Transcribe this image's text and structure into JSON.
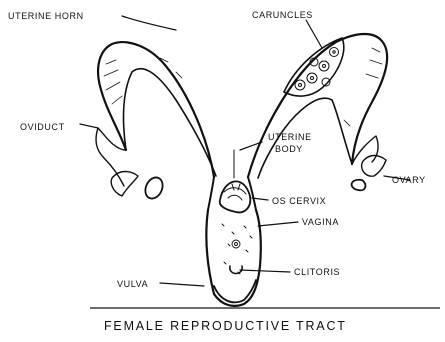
{
  "figure": {
    "caption": "FEMALE REPRODUCTIVE TRACT",
    "labels": {
      "uterine_horn": "UTERINE HORN",
      "caruncles": "CARUNCLES",
      "oviduct": "OVIDUCT",
      "uterine": "UTERINE",
      "body": "BODY",
      "ovary": "OVARY",
      "os_cervix": "OS CERVIX",
      "vagina": "VAGINA",
      "clitoris": "CLITORIS",
      "vulva": "VULVA"
    }
  }
}
